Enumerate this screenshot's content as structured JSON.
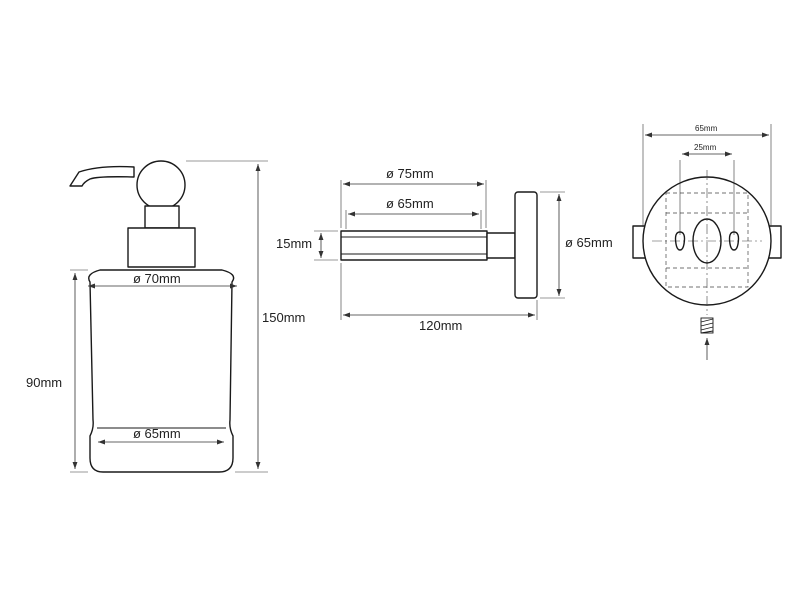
{
  "dimensions": {
    "dispenser": {
      "height_total": "150mm",
      "height_glass": "90mm",
      "diameter_top": "ø 70mm",
      "diameter_bottom": "ø 65mm"
    },
    "side_view": {
      "diameter_outer": "ø 75mm",
      "diameter_inner": "ø 65mm",
      "arm_height": "15mm",
      "plate_diameter": "ø 65mm",
      "projection": "120mm"
    },
    "wall_plate": {
      "diameter": "65mm",
      "hole_spacing": "25mm"
    }
  },
  "colors": {
    "line": "#1a1a1a",
    "background": "#ffffff"
  }
}
